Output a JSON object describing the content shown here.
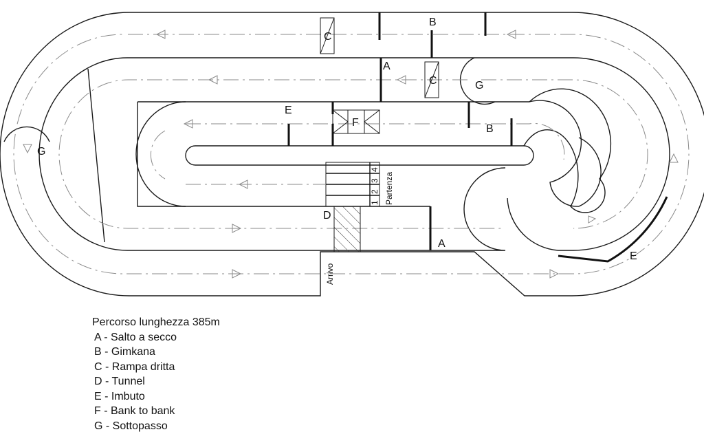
{
  "track_labels": {
    "jump_top": "A",
    "jump_bottom": "A",
    "gymkhana_top": "B",
    "gymkhana_mid": "B",
    "ramp_top": "C",
    "ramp_mid": "C",
    "tunnel": "D",
    "funnel_mid": "E",
    "funnel_right": "E",
    "bank": "F",
    "underpass_left": "G",
    "underpass_right": "G",
    "start": "Partenza",
    "finish": "Arrivo",
    "grid": [
      "1",
      "2",
      "3",
      "4"
    ]
  },
  "legend": {
    "title": "Percorso lunghezza 385m",
    "items": [
      "A - Salto a secco",
      "B - Gimkana",
      "C - Rampa dritta",
      "D - Tunnel",
      "E - Imbuto",
      "F - Bank to bank",
      "G - Sottopasso"
    ]
  }
}
